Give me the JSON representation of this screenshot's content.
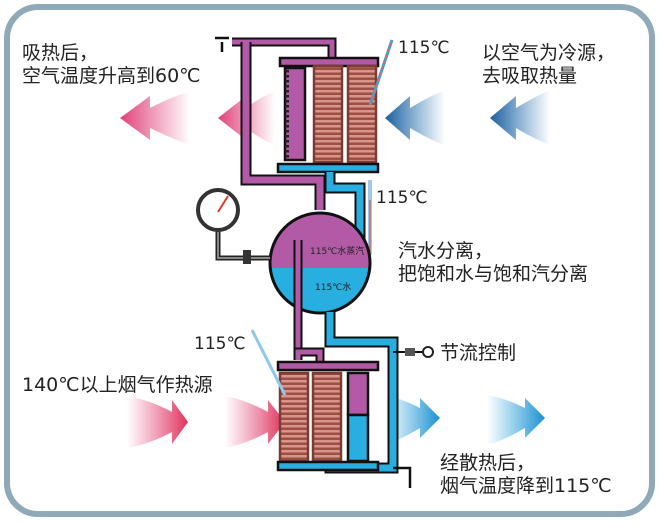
{
  "diagram": {
    "title": "Heat pipe heat exchanger principle",
    "labels": {
      "top_left_line1": "吸热后，",
      "top_left_line2": "空气温度升高到60℃",
      "top_right_line1": "以空气为冷源，",
      "top_right_line2": "去吸取热量",
      "middle_right_line1": "汽水分离，",
      "middle_right_line2": "把饱和水与饱和汽分离",
      "throttle": "节流控制",
      "bottom_left": "140℃以上烟气作热源",
      "bottom_right_line1": "经散热后，",
      "bottom_right_line2": "烟气温度降到115℃"
    },
    "temperatures": {
      "top_thermometer": "115℃",
      "middle_thermometer": "115℃",
      "bottom_thermometer": "115℃",
      "drum_steam": "115℃水蒸汽",
      "drum_water": "115℃水"
    },
    "colors": {
      "steam": "#b35aa6",
      "water": "#29aee0",
      "hot_arrow": "#e0427a",
      "cold_arrow": "#1e6fae",
      "outflow_arrow": "#1d9fd8",
      "fin": "#b86a5e",
      "frame": "#8fa9b8"
    }
  }
}
